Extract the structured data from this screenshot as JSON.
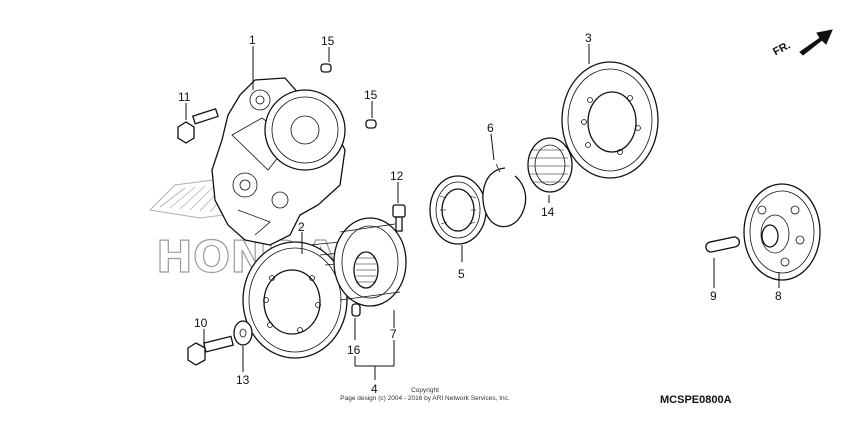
{
  "diagram": {
    "watermark": "HONDA",
    "direction_label": "FR.",
    "diagram_code": "MCSPE0800A",
    "copyright_line1": "Copyright",
    "copyright_line2": "Page design (c) 2004 - 2016 by ARI Network Services, Inc.",
    "callouts": [
      {
        "id": "1",
        "label": "1"
      },
      {
        "id": "2",
        "label": "2"
      },
      {
        "id": "3",
        "label": "3"
      },
      {
        "id": "4",
        "label": "4"
      },
      {
        "id": "5",
        "label": "5"
      },
      {
        "id": "6",
        "label": "6"
      },
      {
        "id": "7",
        "label": "7"
      },
      {
        "id": "8",
        "label": "8"
      },
      {
        "id": "9",
        "label": "9"
      },
      {
        "id": "10",
        "label": "10"
      },
      {
        "id": "11",
        "label": "11"
      },
      {
        "id": "12",
        "label": "12"
      },
      {
        "id": "13",
        "label": "13"
      },
      {
        "id": "14",
        "label": "14"
      },
      {
        "id": "15a",
        "label": "15"
      },
      {
        "id": "15b",
        "label": "15"
      },
      {
        "id": "16",
        "label": "16"
      }
    ]
  }
}
